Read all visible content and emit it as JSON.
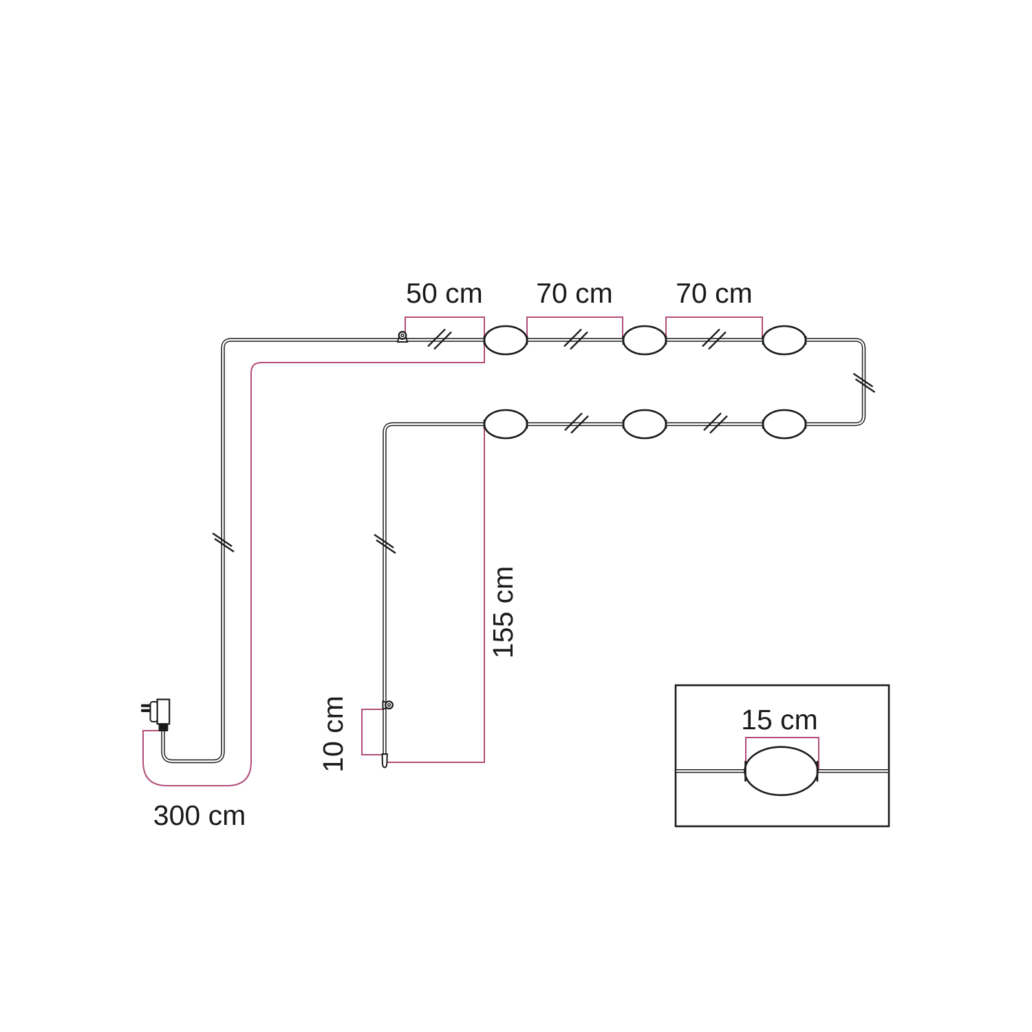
{
  "diagram": {
    "title_hidden": "",
    "measurements": {
      "segment_hook_to_first_lamp": "50 cm",
      "segment_lamp1_to_lamp2": "70 cm",
      "segment_lamp2_to_lamp3": "70 cm",
      "drop_length": "155 cm",
      "tail_below_hook": "10 cm",
      "power_lead_length": "300 cm",
      "lampholder_width": "15 cm"
    },
    "icons": {
      "power_plug": "plug-icon",
      "hook_eyelet": "eyelet-ring-icon",
      "lamp_holder": "oval-lampholder-icon",
      "cable_break": "double-slash-icon",
      "cable_end": "end-cap-icon"
    },
    "colors": {
      "accent": "#b14c78",
      "line": "#1a1a1a",
      "background": "#ffffff"
    }
  }
}
